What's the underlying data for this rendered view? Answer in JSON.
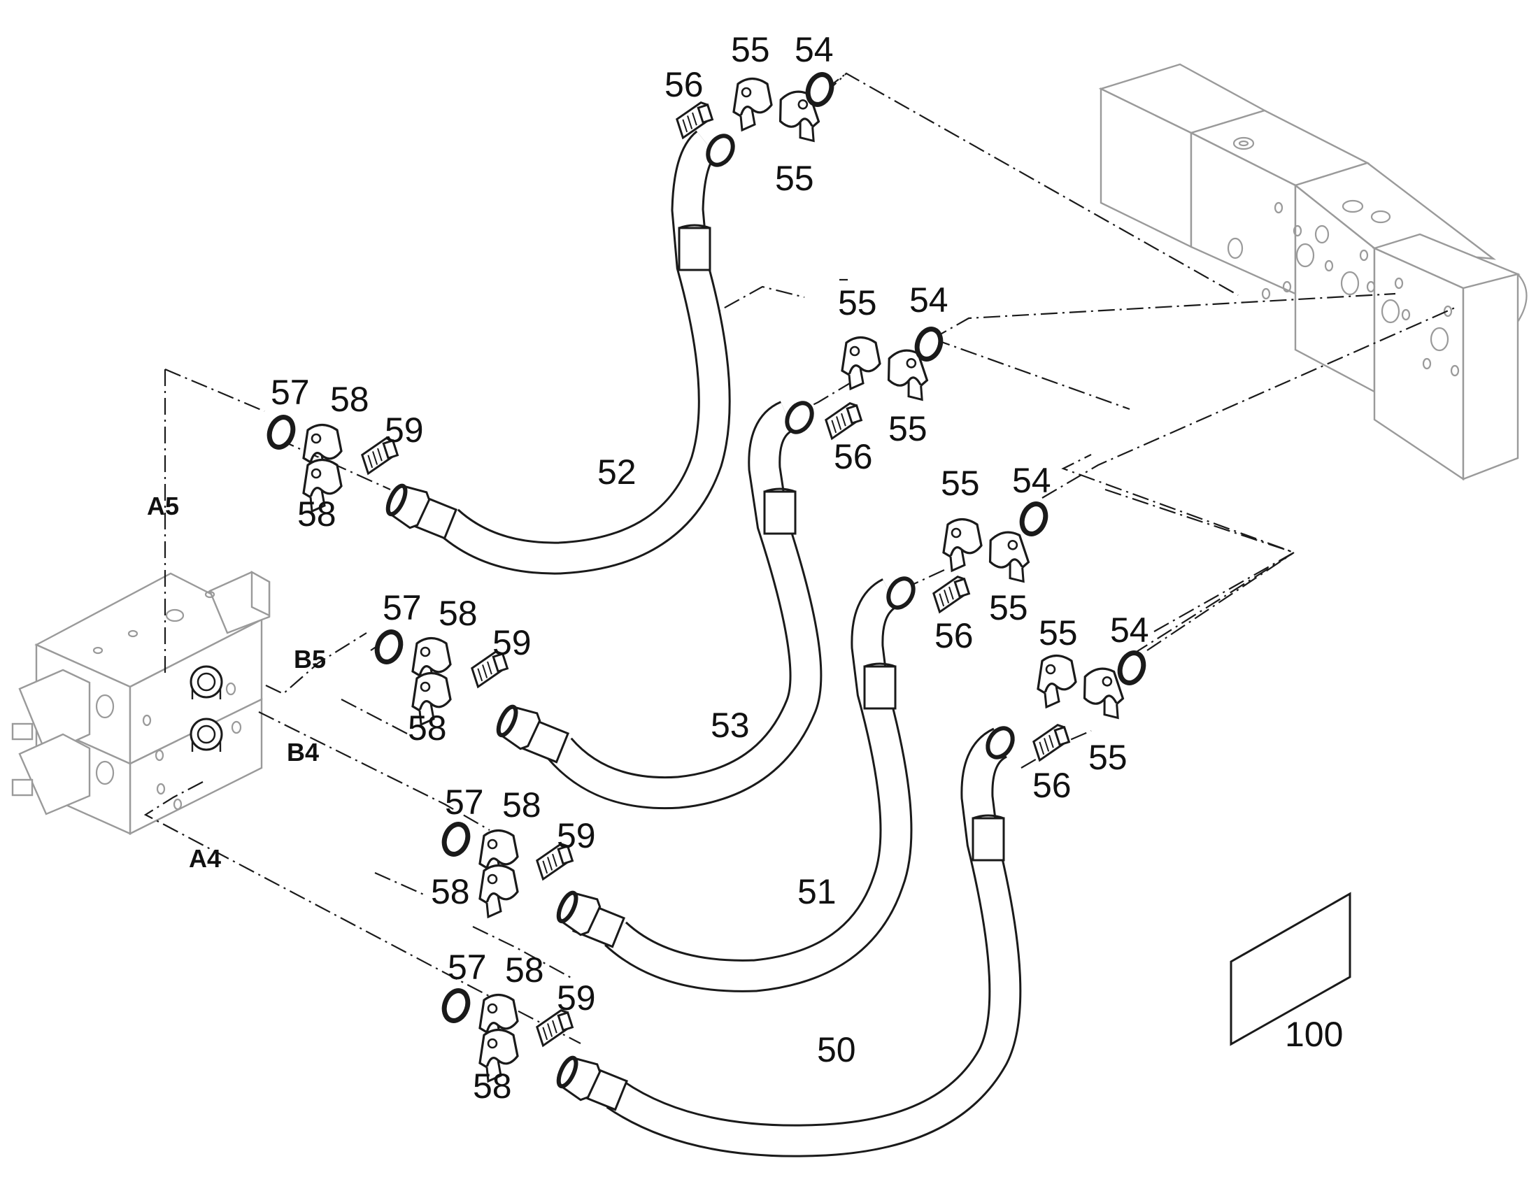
{
  "diagram": {
    "hoses": [
      {
        "number": "52"
      },
      {
        "number": "53"
      },
      {
        "number": "51"
      },
      {
        "number": "50"
      }
    ],
    "top_fittings": [
      {
        "clamp_upper": "55",
        "seal": "54",
        "bolt": "56",
        "clamp_lower": "55"
      },
      {
        "clamp_upper": "55",
        "seal": "54",
        "bolt": "56",
        "clamp_lower": "55"
      },
      {
        "clamp_upper": "55",
        "seal": "54",
        "bolt": "56",
        "clamp_lower": "55"
      },
      {
        "clamp_upper": "55",
        "seal": "54",
        "bolt": "56",
        "clamp_lower": "55"
      }
    ],
    "bottom_fittings": [
      {
        "seal": "57",
        "clamp_upper": "58",
        "bolt": "59",
        "clamp_lower": "58"
      },
      {
        "seal": "57",
        "clamp_upper": "58",
        "bolt": "59",
        "clamp_lower": "58"
      },
      {
        "seal": "57",
        "clamp_upper": "58",
        "bolt": "59",
        "clamp_lower": "58"
      },
      {
        "seal": "57",
        "clamp_upper": "58",
        "bolt": "59",
        "clamp_lower": "58"
      }
    ],
    "ports": [
      "A5",
      "B5",
      "B4",
      "A4"
    ],
    "reference_box": {
      "number": "100"
    }
  }
}
